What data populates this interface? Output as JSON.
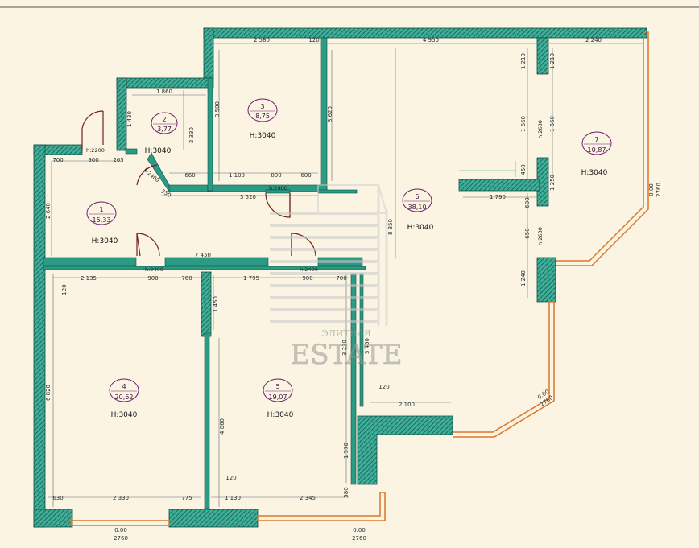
{
  "rooms": [
    {
      "id": "1",
      "area": "15,33",
      "height": "H:3040"
    },
    {
      "id": "2",
      "area": "3,77",
      "height": "H:3040"
    },
    {
      "id": "3",
      "area": "8,75",
      "height": "H:3040"
    },
    {
      "id": "4",
      "area": "20,62",
      "height": "H:3040"
    },
    {
      "id": "5",
      "area": "19,07",
      "height": "H:3040"
    },
    {
      "id": "6",
      "area": "38,10",
      "height": "H:3040"
    },
    {
      "id": "7",
      "area": "10,87",
      "height": "H:3040"
    }
  ],
  "openings": {
    "entry": "h:2200",
    "o1": "h:2400",
    "o2": "h:2400",
    "o3": "h:2400",
    "o4": "h:2400",
    "o5": "h:2600",
    "o6": "h:2600"
  },
  "dims": {
    "top1": "2 580",
    "top2": "120",
    "top3": "4 950",
    "top4": "2 240",
    "r2w": "1 860",
    "r2h": "1 430",
    "r2a": "2 330",
    "r3h": "3 500",
    "r3h2": "3 620",
    "a700": "700",
    "a900": "900",
    "a265": "265",
    "a660": "660",
    "b1100": "1 100",
    "b800": "800",
    "b600": "600",
    "b3520": "3 520",
    "b350": "350",
    "l2640": "2 640",
    "l7450": "7 450",
    "c2135": "2 135",
    "c900": "900",
    "c760": "760",
    "c1795": "1 795",
    "c900b": "900",
    "c700": "700",
    "v1450": "1 450",
    "v120": "120",
    "v6820": "6 820",
    "v4060": "4 060",
    "v3270": "3 270",
    "v3450": "3 450",
    "v8850": "8 850",
    "e1210a": "1 210",
    "e1210b": "1 210",
    "e1660a": "1 660",
    "e1660b": "1 660",
    "e450": "450",
    "e1250": "1 250",
    "e1790": "1 790",
    "e600": "600",
    "e650": "650",
    "e1240": "1 240",
    "f120": "120",
    "f2100": "2 100",
    "f1570": "1 570",
    "f580": "580",
    "g630": "630",
    "g2330": "2 330",
    "g775": "775",
    "g120": "120",
    "g1130": "1 130",
    "g2345": "2 345",
    "win1a": "0.00",
    "win1b": "2760",
    "win2a": "0.00",
    "win2b": "2760",
    "win3a": "0.00",
    "win3b": "2760",
    "win4a": "0.00",
    "win4b": "2760"
  },
  "watermark": {
    "top": "ЭЛИТНАЯ",
    "main": "ESTATE"
  },
  "colors": {
    "wall": "#2b9b85",
    "hatch": "#1b6a5c",
    "window": "#d9762a",
    "dim": "#2d5a6b",
    "bg": "#fbf4e2"
  }
}
